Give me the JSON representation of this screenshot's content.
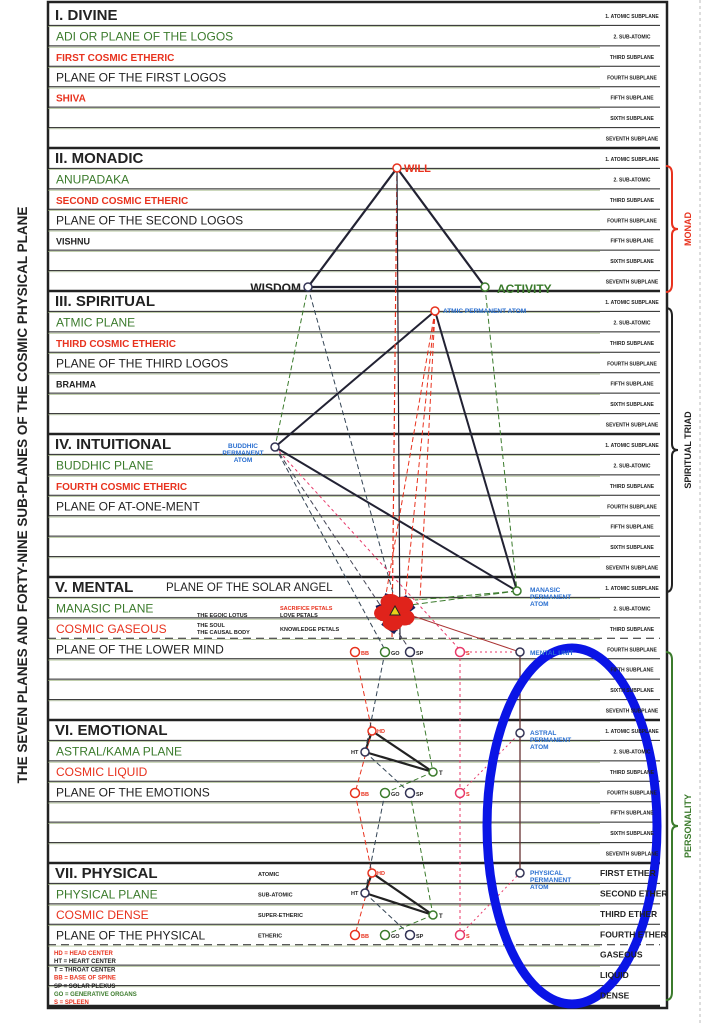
{
  "side_title": "THE SEVEN PLANES AND FORTY-NINE SUB-PLANES OF THE COSMIC PHYSICAL PLANE",
  "colors": {
    "green": "#3b7b2c",
    "red": "#e8321e",
    "black": "#222222",
    "blue": "#2a6fd0",
    "pink": "#e83a6a",
    "highlight": "#0a14e6"
  },
  "planes": [
    {
      "name": "I. DIVINE",
      "lines": [
        {
          "text": "ADI OR PLANE OF THE LOGOS",
          "color": "green"
        },
        {
          "text": "FIRST COSMIC ETHERIC",
          "color": "red"
        },
        {
          "text": "PLANE OF THE FIRST LOGOS",
          "color": "black"
        },
        {
          "text": "SHIVA",
          "color": "red"
        }
      ],
      "subplanes": [
        "1. ATOMIC SUBPLANE",
        "2. SUB-ATOMIC",
        "THIRD SUBPLANE",
        "FOURTH SUBPLANE",
        "FIFTH SUBPLANE",
        "SIXTH SUBPLANE",
        "SEVENTH SUBPLANE"
      ]
    },
    {
      "name": "II. MONADIC",
      "lines": [
        {
          "text": "ANUPADAKA",
          "color": "green"
        },
        {
          "text": "SECOND COSMIC ETHERIC",
          "color": "red"
        },
        {
          "text": "PLANE OF THE SECOND LOGOS",
          "color": "black"
        },
        {
          "text": "VISHNU",
          "color": "black"
        }
      ],
      "subplanes": [
        "1. ATOMIC SUBPLANE",
        "2. SUB-ATOMIC",
        "THIRD SUBPLANE",
        "FOURTH SUBPLANE",
        "FIFTH SUBPLANE",
        "SIXTH SUBPLANE",
        "SEVENTH SUBPLANE"
      ]
    },
    {
      "name": "III. SPIRITUAL",
      "lines": [
        {
          "text": "ATMIC PLANE",
          "color": "green"
        },
        {
          "text": "THIRD COSMIC ETHERIC",
          "color": "red"
        },
        {
          "text": "PLANE OF THE THIRD LOGOS",
          "color": "black"
        },
        {
          "text": "BRAHMA",
          "color": "black"
        }
      ],
      "subplanes": [
        "1. ATOMIC SUBPLANE",
        "2. SUB-ATOMIC",
        "THIRD SUBPLANE",
        "FOURTH SUBPLANE",
        "FIFTH SUBPLANE",
        "SIXTH SUBPLANE",
        "SEVENTH SUBPLANE"
      ]
    },
    {
      "name": "IV. INTUITIONAL",
      "lines": [
        {
          "text": "BUDDHIC PLANE",
          "color": "green"
        },
        {
          "text": "FOURTH COSMIC ETHERIC",
          "color": "red"
        },
        {
          "text": "PLANE OF AT-ONE-MENT",
          "color": "black"
        }
      ],
      "subplanes": [
        "1. ATOMIC SUBPLANE",
        "2. SUB-ATOMIC",
        "THIRD SUBPLANE",
        "FOURTH SUBPLANE",
        "FIFTH SUBPLANE",
        "SIXTH SUBPLANE",
        "SEVENTH SUBPLANE"
      ]
    },
    {
      "name": "V. MENTAL",
      "name_extra": "PLANE OF THE SOLAR ANGEL",
      "lines": [
        {
          "text": "MANASIC PLANE",
          "color": "green"
        },
        {
          "text": "COSMIC GASEOUS",
          "color": "red"
        },
        {
          "text": "PLANE OF THE LOWER MIND",
          "color": "black"
        }
      ],
      "subplanes": [
        "1. ATOMIC SUBPLANE",
        "2. SUB-ATOMIC",
        "THIRD SUBPLANE",
        "FOURTH SUBPLANE",
        "FIFTH SUBPLANE",
        "SIXTH SUBPLANE",
        "SEVENTH SUBPLANE"
      ]
    },
    {
      "name": "VI. EMOTIONAL",
      "lines": [
        {
          "text": "ASTRAL/KAMA PLANE",
          "color": "green"
        },
        {
          "text": "COSMIC LIQUID",
          "color": "red"
        },
        {
          "text": "PLANE OF THE EMOTIONS",
          "color": "black"
        }
      ],
      "subplanes": [
        "1. ATOMIC SUBPLANE",
        "2. SUB-ATOMIC",
        "THIRD SUBPLANE",
        "FOURTH SUBPLANE",
        "FIFTH SUBPLANE",
        "SIXTH SUBPLANE",
        "SEVENTH SUBPLANE"
      ]
    },
    {
      "name": "VII. PHYSICAL",
      "lines": [
        {
          "text": "PHYSICAL PLANE",
          "color": "green"
        },
        {
          "text": "COSMIC DENSE",
          "color": "red"
        },
        {
          "text": "PLANE OF THE PHYSICAL",
          "color": "black"
        }
      ],
      "etheric_labels": [
        "ATOMIC",
        "SUB-ATOMIC",
        "SUPER-ETHERIC",
        "ETHERIC"
      ],
      "subplanes": [
        "FIRST ETHER",
        "SECOND ETHER",
        "THIRD ETHER",
        "FOURTH ETHER",
        "GASEOUS",
        "LIQUID",
        "DENSE"
      ]
    }
  ],
  "lotus": {
    "egoic_lotus": "THE EGOIC LOTUS",
    "soul": "THE SOUL",
    "causal_body": "THE CAUSAL BODY",
    "sacrifice": "SACRIFICE PETALS",
    "love": "LOVE PETALS",
    "knowledge": "KNOWLEDGE PETALS"
  },
  "nodes": {
    "will": "WILL",
    "wisdom": "WISDOM",
    "activity": "ACTIVITY",
    "atmic": "ATMIC PERMANENT ATOM",
    "buddhic": [
      "BUDDHIC",
      "PERMANENT",
      "ATOM"
    ],
    "manasic": [
      "MANASIC",
      "PERMANENT",
      "ATOM"
    ],
    "mental_unit": "MENTAL UNIT",
    "astral": [
      "ASTRAL",
      "PERMANENT",
      "ATOM"
    ],
    "physical": [
      "PHYSICAL",
      "PERMANENT",
      "ATOM"
    ]
  },
  "centers": {
    "hd": "HD",
    "ht": "HT",
    "t": "T",
    "bb": "BB",
    "go": "GO",
    "sp": "SP",
    "s": "S"
  },
  "brackets": {
    "monad": "MONAD",
    "triad": "SPIRITUAL TRIAD",
    "personality": "PERSONALITY"
  },
  "legend": [
    {
      "text": "HD = HEAD CENTER",
      "color": "red"
    },
    {
      "text": "HT = HEART CENTER",
      "color": "black"
    },
    {
      "text": "T = THROAT CENTER",
      "color": "black"
    },
    {
      "text": "BB = BASE OF SPINE",
      "color": "red"
    },
    {
      "text": "SP = SOLAR PLEXUS",
      "color": "black"
    },
    {
      "text": "GO = GENERATIVE ORGANS",
      "color": "green"
    },
    {
      "text": "S = SPLEEN",
      "color": "red"
    }
  ]
}
